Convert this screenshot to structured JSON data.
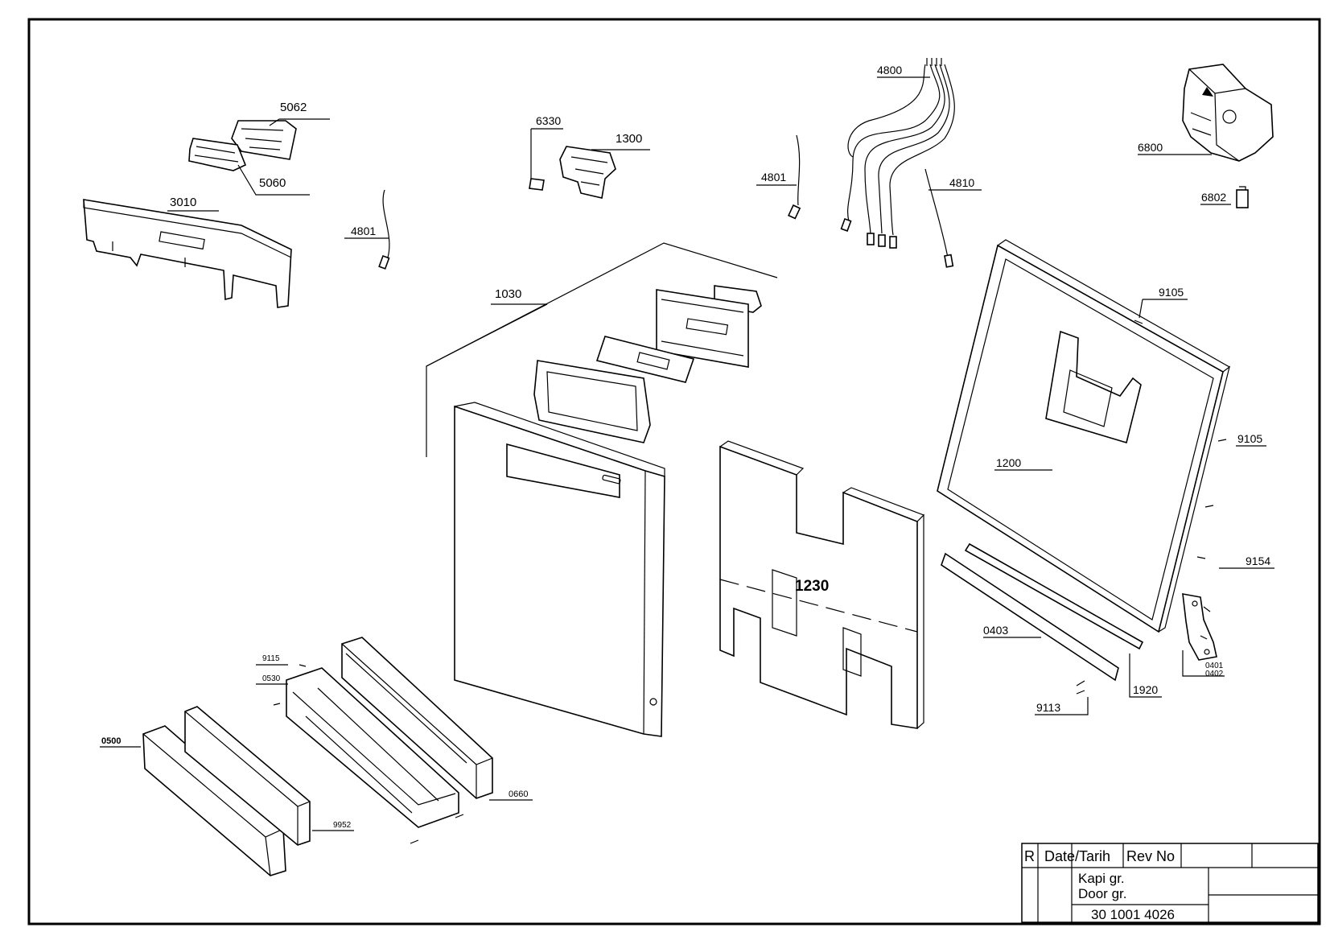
{
  "parts": {
    "p5062": "5062",
    "p5060": "5060",
    "p3010": "3010",
    "p4801a": "4801",
    "p6330": "6330",
    "p1300": "1300",
    "p4801b": "4801",
    "p4800": "4800",
    "p4810": "4810",
    "p6800": "6800",
    "p6802": "6802",
    "p1030": "1030",
    "p9105a": "9105",
    "p9105b": "9105",
    "p1200": "1200",
    "p9154": "9154",
    "p1230": "1230",
    "p0403": "0403",
    "p1920": "1920",
    "p0401": "0401",
    "p0402": "0402",
    "p9113": "9113",
    "p9115": "9115",
    "p0530": "0530",
    "p0500": "0500",
    "p0660": "0660",
    "p9952": "9952"
  },
  "title_block": {
    "rev_col": "R",
    "date_col": "Date/Tarih",
    "revno_col": "Rev No",
    "name_tr": "Kapi gr.",
    "name_en": "Door gr.",
    "drawing_no": "30 1001 4026"
  }
}
